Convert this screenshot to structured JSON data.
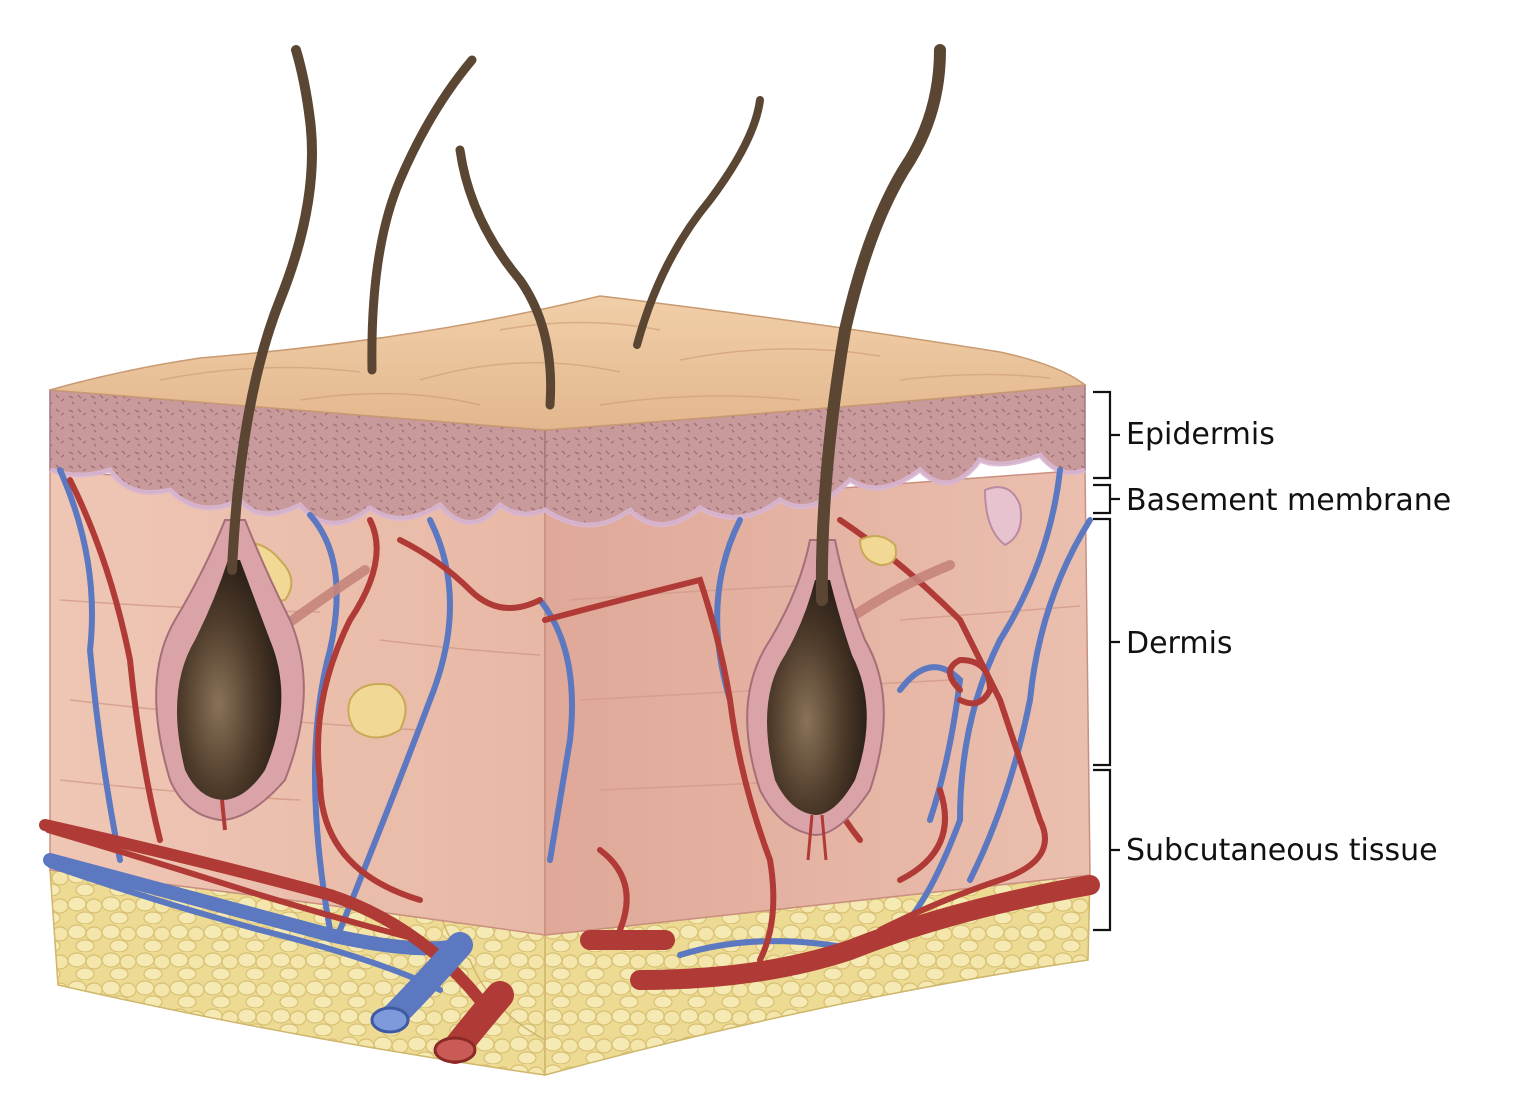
{
  "labels": {
    "epidermis": "Epidermis",
    "basement_membrane": "Basement membrane",
    "dermis": "Dermis",
    "subcutaneous_tissue": "Subcutaneous tissue"
  },
  "colors": {
    "surface": "#e9c49d",
    "epidermis": "#c99a9c",
    "dermis": "#edc0ac",
    "dermis_side": "#e4b09f",
    "fat": "#eedc94",
    "hair": "#5a4633",
    "artery": "#b03a35",
    "vein": "#5b78c0",
    "label_text": "#111111"
  },
  "icons": [
    "hair-shaft",
    "hair-follicle",
    "sebaceous-gland",
    "arrector-pili-muscle",
    "blood-vessel"
  ]
}
